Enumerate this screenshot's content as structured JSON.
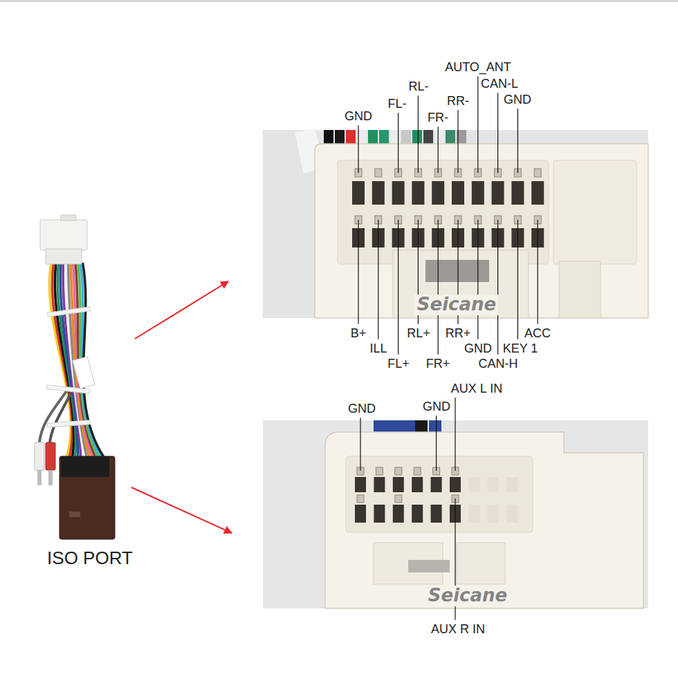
{
  "diagram": {
    "labels": [
      "AUTO_ANT",
      "CAN-L",
      "RL-",
      "GND",
      "FL-",
      "RR-",
      "GND",
      "FR-",
      "B+",
      "ILL",
      "RL+",
      "RR+",
      "FL+",
      "FR+",
      "GND",
      "KEY 1",
      "CAN-H",
      "ACC",
      "Seicane",
      "AUX L IN",
      "GND",
      "GND",
      "AUX R IN",
      "Seicane",
      "ISO PORT"
    ]
  }
}
